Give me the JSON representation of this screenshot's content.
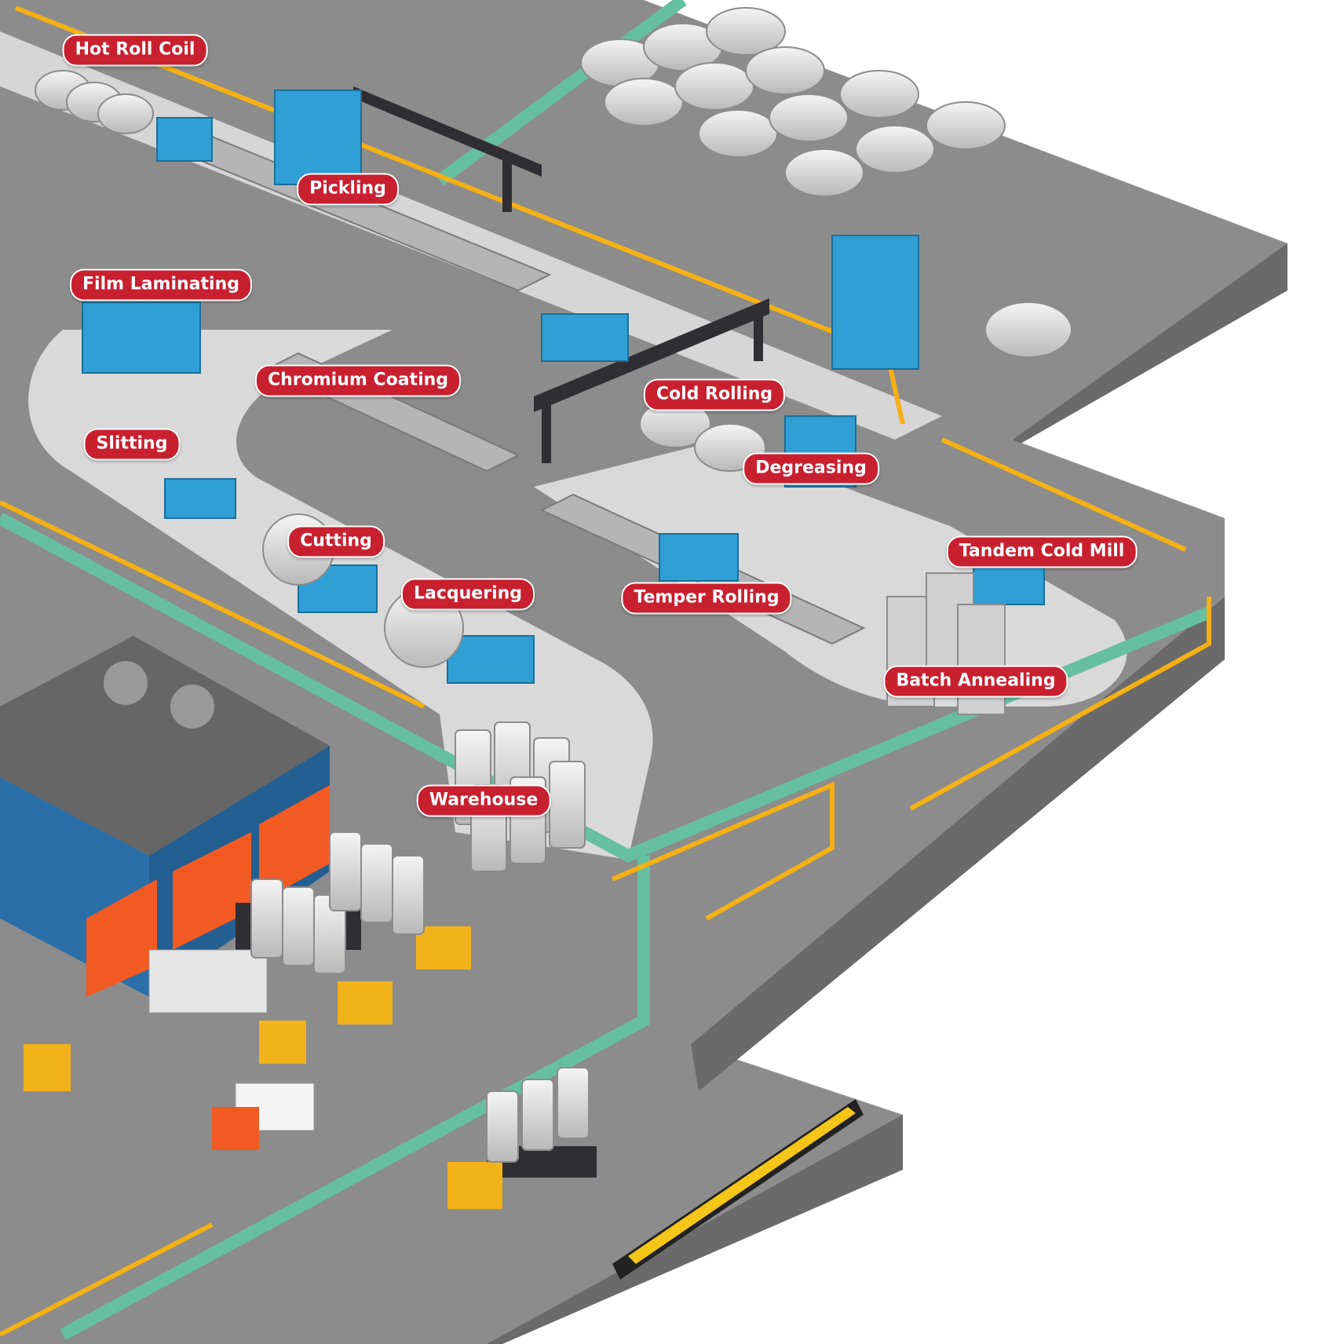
{
  "colors": {
    "label_bg": "#c8202f",
    "label_text": "#ffffff",
    "floor": "#8a8a8a",
    "floor_side": "#666666",
    "walkway": "#d9d9d9",
    "safety_fence": "#f5b014",
    "green_path": "#66bfa0",
    "machine_blue": "#2f9fd6",
    "steel_coil": "#dcdcdc",
    "truck_yellow": "#f2b21a",
    "door_orange": "#f15a22",
    "building_blue": "#2a6fa8"
  },
  "stages": [
    {
      "key": "hot-roll-coil",
      "label": "Hot Roll Coil"
    },
    {
      "key": "pickling",
      "label": "Pickling"
    },
    {
      "key": "film-laminating",
      "label": "Film Laminating"
    },
    {
      "key": "chromium-coating",
      "label": "Chromium Coating"
    },
    {
      "key": "cold-rolling",
      "label": "Cold Rolling"
    },
    {
      "key": "slitting",
      "label": "Slitting"
    },
    {
      "key": "degreasing",
      "label": "Degreasing"
    },
    {
      "key": "cutting",
      "label": "Cutting"
    },
    {
      "key": "tandem-cold-mill",
      "label": "Tandem Cold Mill"
    },
    {
      "key": "lacquering",
      "label": "Lacquering"
    },
    {
      "key": "temper-rolling",
      "label": "Temper Rolling"
    },
    {
      "key": "batch-annealing",
      "label": "Batch Annealing"
    },
    {
      "key": "warehouse",
      "label": "Warehouse"
    }
  ]
}
